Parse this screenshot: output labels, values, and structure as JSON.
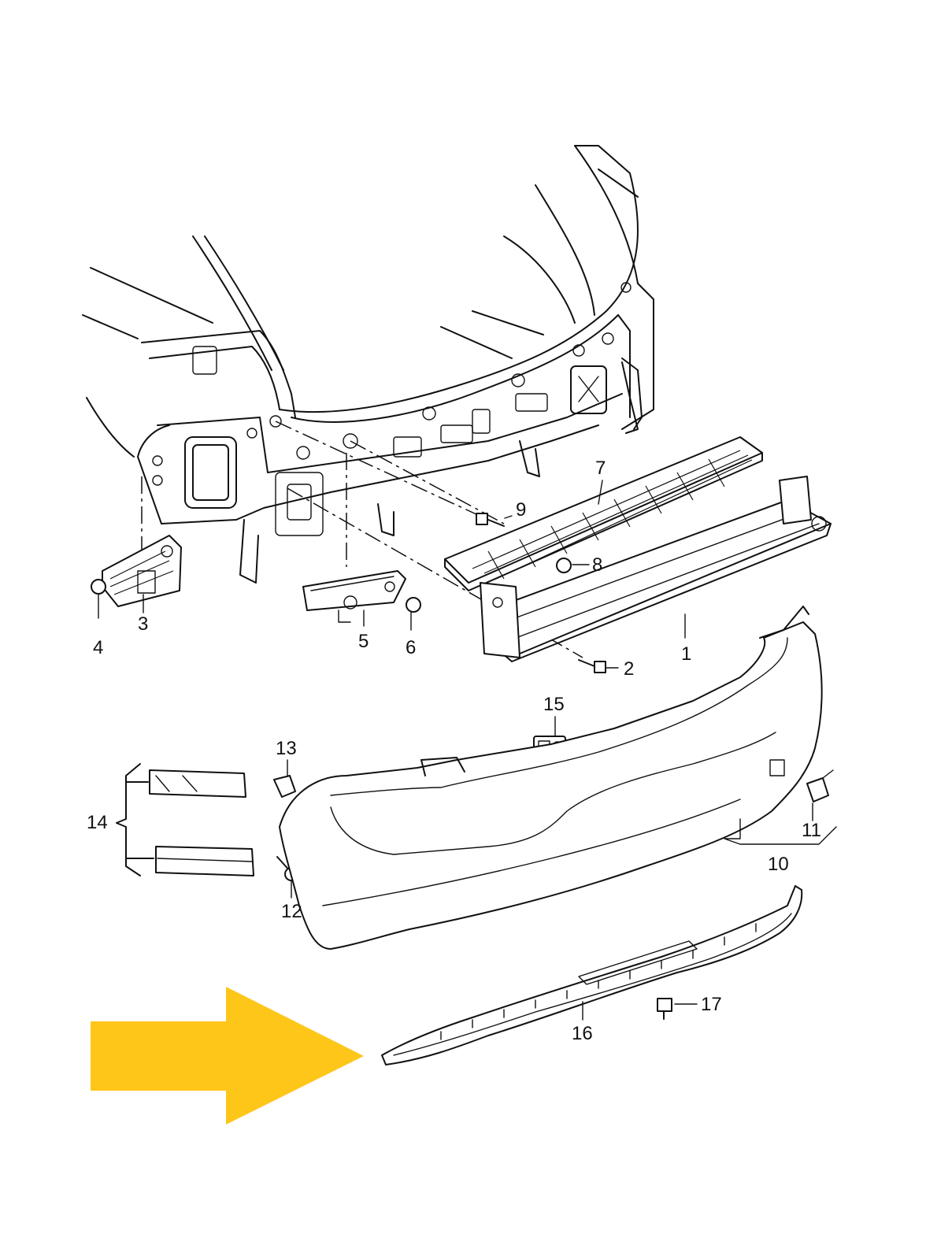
{
  "diagram": {
    "accent_color": "#FFC61A",
    "arrow_icon": "direction-arrow-icon",
    "callouts": [
      {
        "id": "1",
        "label": "1"
      },
      {
        "id": "2",
        "label": "2"
      },
      {
        "id": "3",
        "label": "3"
      },
      {
        "id": "4",
        "label": "4"
      },
      {
        "id": "5",
        "label": "5"
      },
      {
        "id": "6",
        "label": "6"
      },
      {
        "id": "7",
        "label": "7"
      },
      {
        "id": "8",
        "label": "8"
      },
      {
        "id": "9",
        "label": "9"
      },
      {
        "id": "10",
        "label": "10"
      },
      {
        "id": "11",
        "label": "11"
      },
      {
        "id": "12",
        "label": "12"
      },
      {
        "id": "13",
        "label": "13"
      },
      {
        "id": "14",
        "label": "14"
      },
      {
        "id": "15",
        "label": "15"
      },
      {
        "id": "16",
        "label": "16"
      },
      {
        "id": "17",
        "label": "17"
      }
    ]
  }
}
